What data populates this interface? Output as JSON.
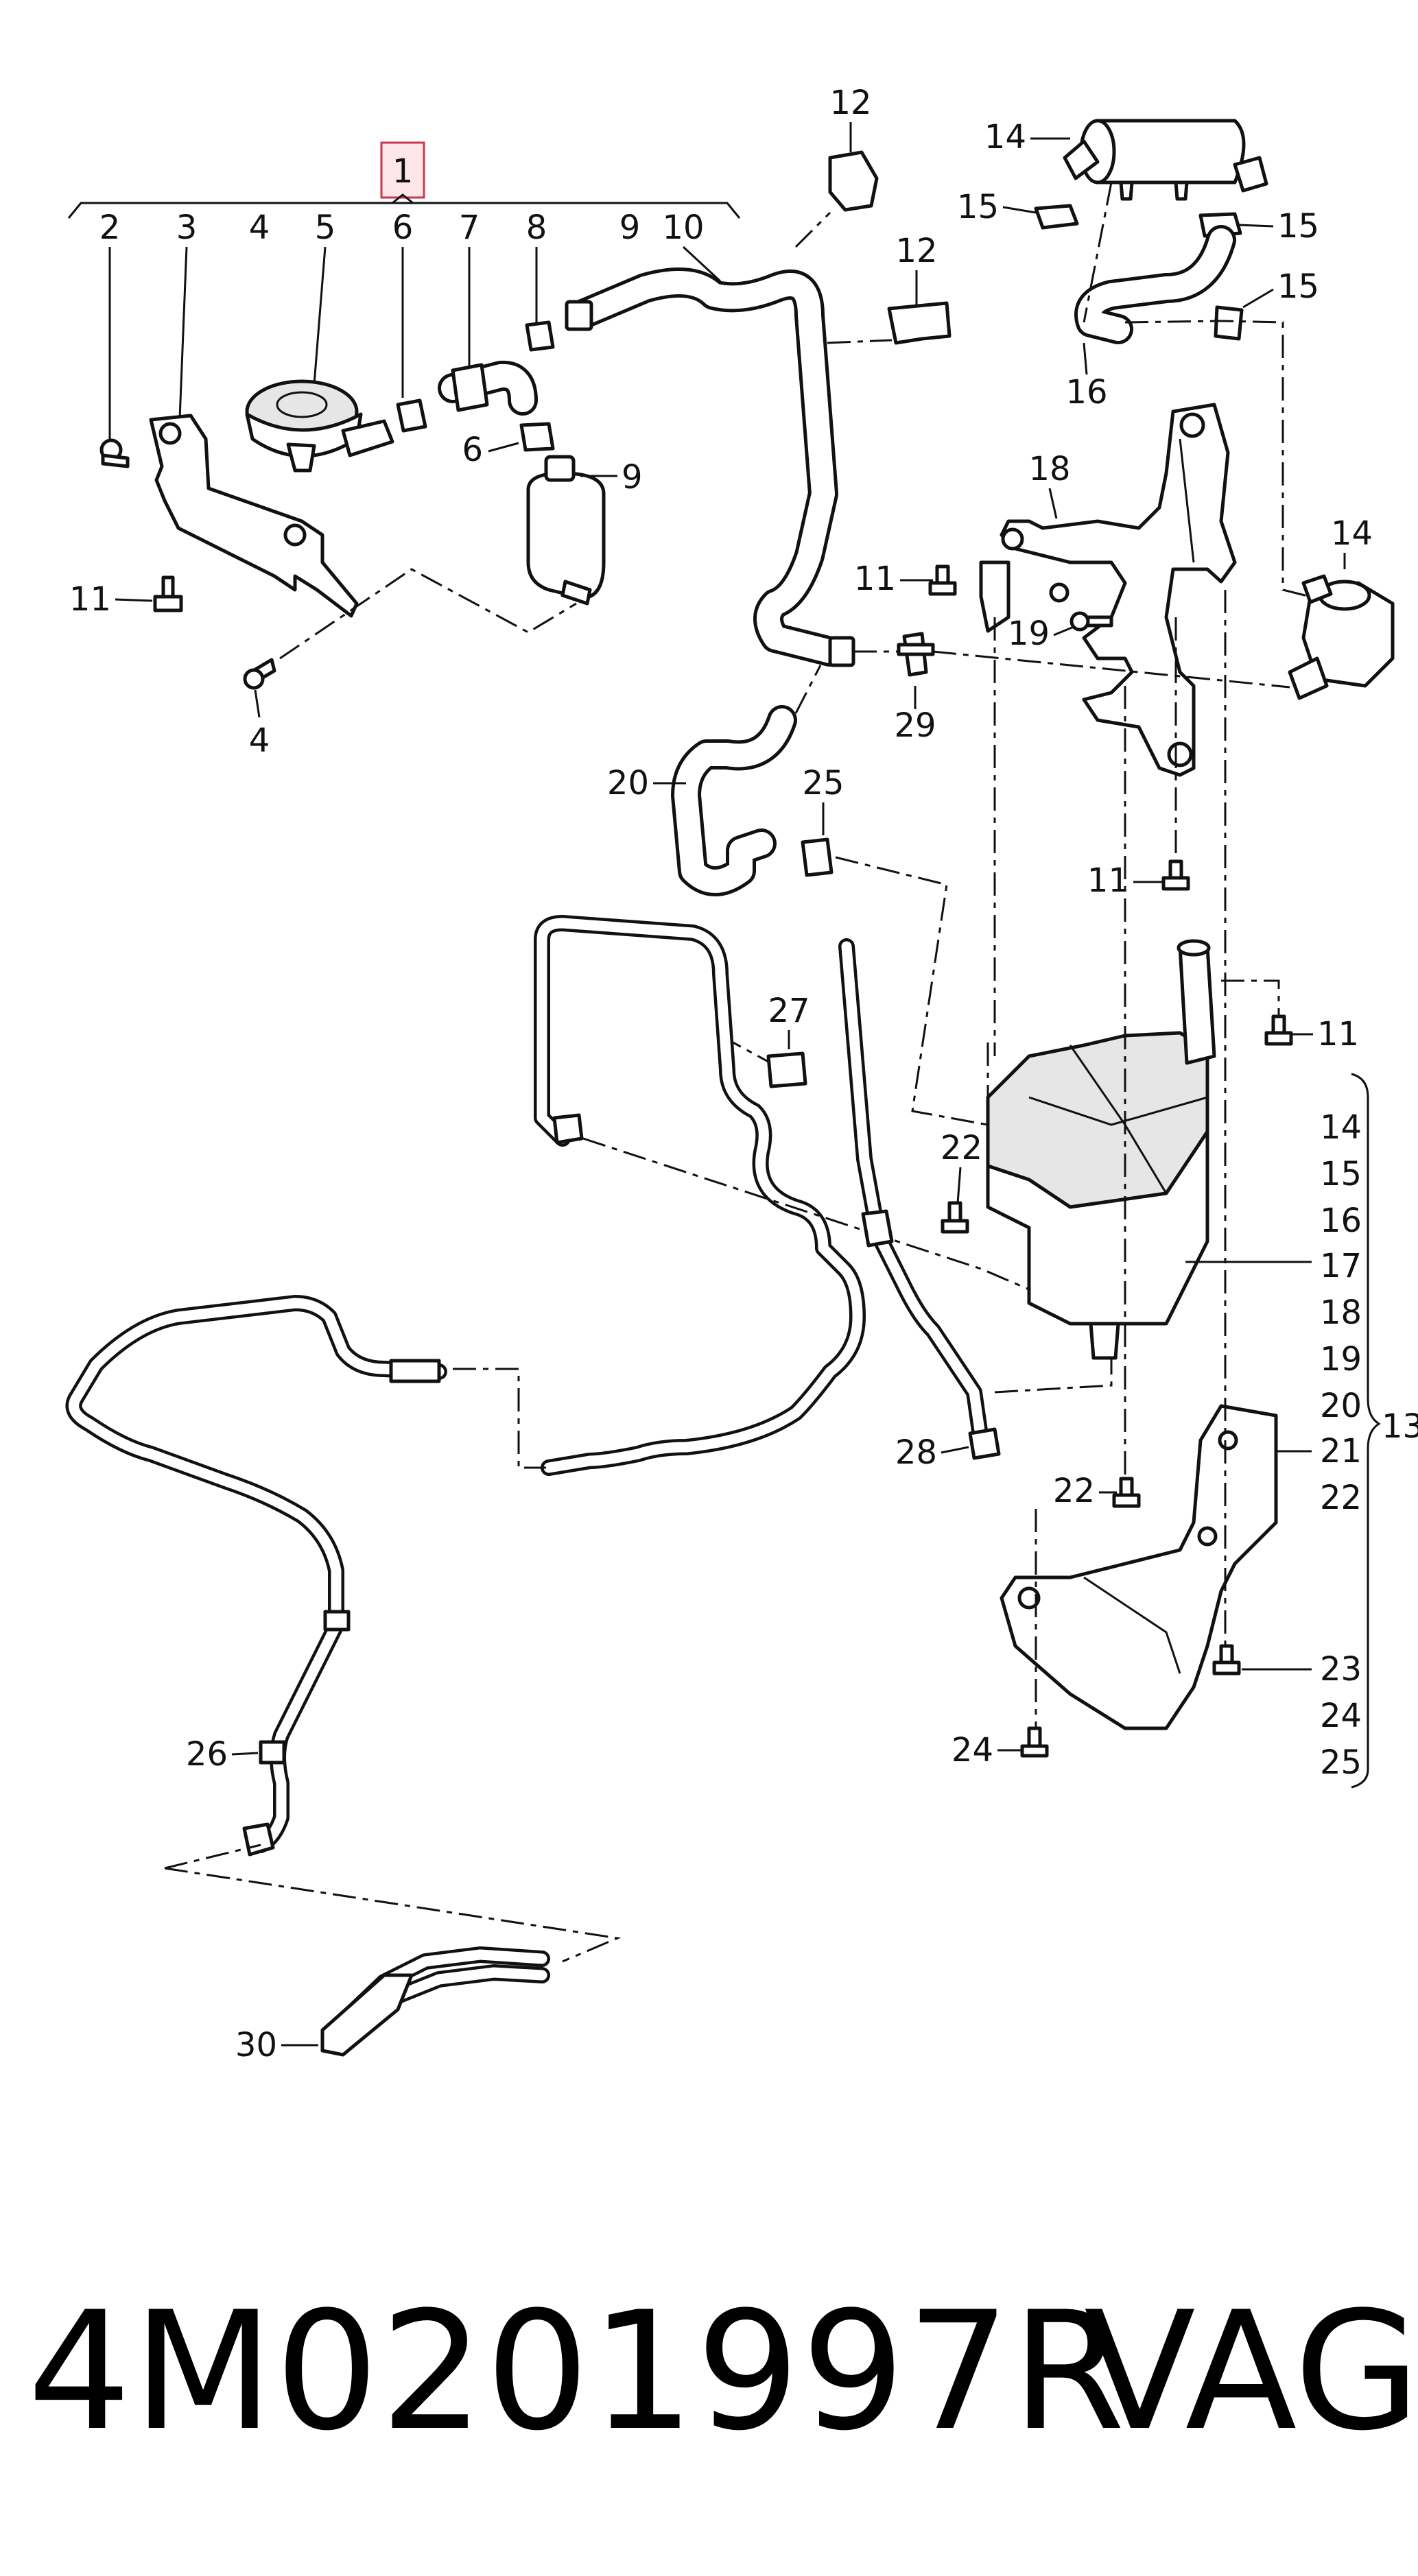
{
  "callouts": {
    "c1": "1",
    "c2": "2",
    "c3": "3",
    "c4a": "4",
    "c5": "5",
    "c6a": "6",
    "c7": "7",
    "c8": "8",
    "c9a": "9",
    "c10": "10",
    "c12a": "12",
    "c12b": "12",
    "c14a": "14",
    "c15a": "15",
    "c15b": "15",
    "c15c": "15",
    "c16": "16",
    "c18": "18",
    "c11a": "11",
    "c11b": "11",
    "c19": "19",
    "c6b": "6",
    "c9b": "9",
    "c11c": "11",
    "c4b": "4",
    "c29": "29",
    "c14b": "14",
    "c20": "20",
    "c25": "25",
    "c11d": "11",
    "c27": "27",
    "c22a": "22",
    "c28": "28",
    "c22b": "22",
    "c26": "26",
    "c24": "24",
    "c23": "23",
    "c30": "30",
    "c13": "13"
  },
  "group13_list": [
    "14",
    "15",
    "16",
    "17",
    "18",
    "19",
    "20",
    "21",
    "22",
    "23",
    "24",
    "25"
  ],
  "caption": {
    "part_number": "4M0201997R",
    "brand": "VAG"
  }
}
